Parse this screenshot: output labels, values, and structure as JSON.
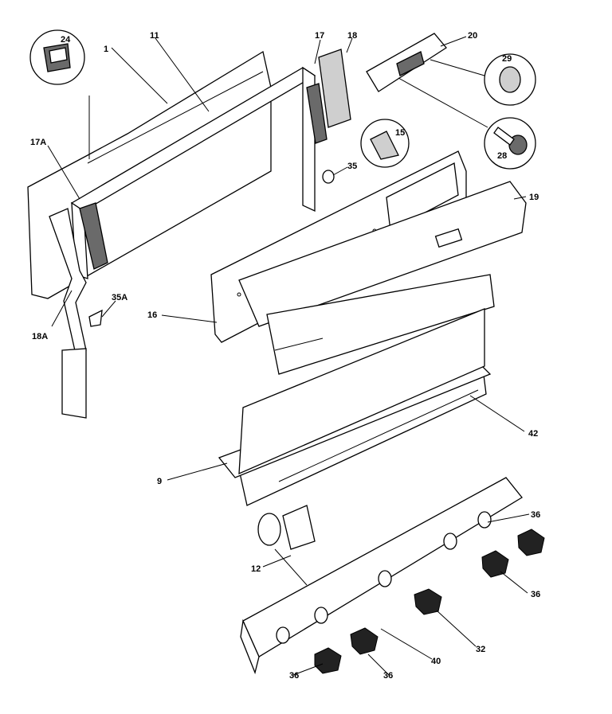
{
  "labels": {
    "l1": "1",
    "l11": "11",
    "l24": "24",
    "l17": "17",
    "l18": "18",
    "l20": "20",
    "l29": "29",
    "l15": "15",
    "l28": "28",
    "l17a": "17A",
    "l35": "35",
    "l19": "19",
    "l35a": "35A",
    "l18a": "18A",
    "l16": "16",
    "l42": "42",
    "l9": "9",
    "l36a": "36",
    "l12": "12",
    "l36b": "36",
    "l32": "32",
    "l40": "40",
    "l36c": "36",
    "l36d": "36"
  }
}
